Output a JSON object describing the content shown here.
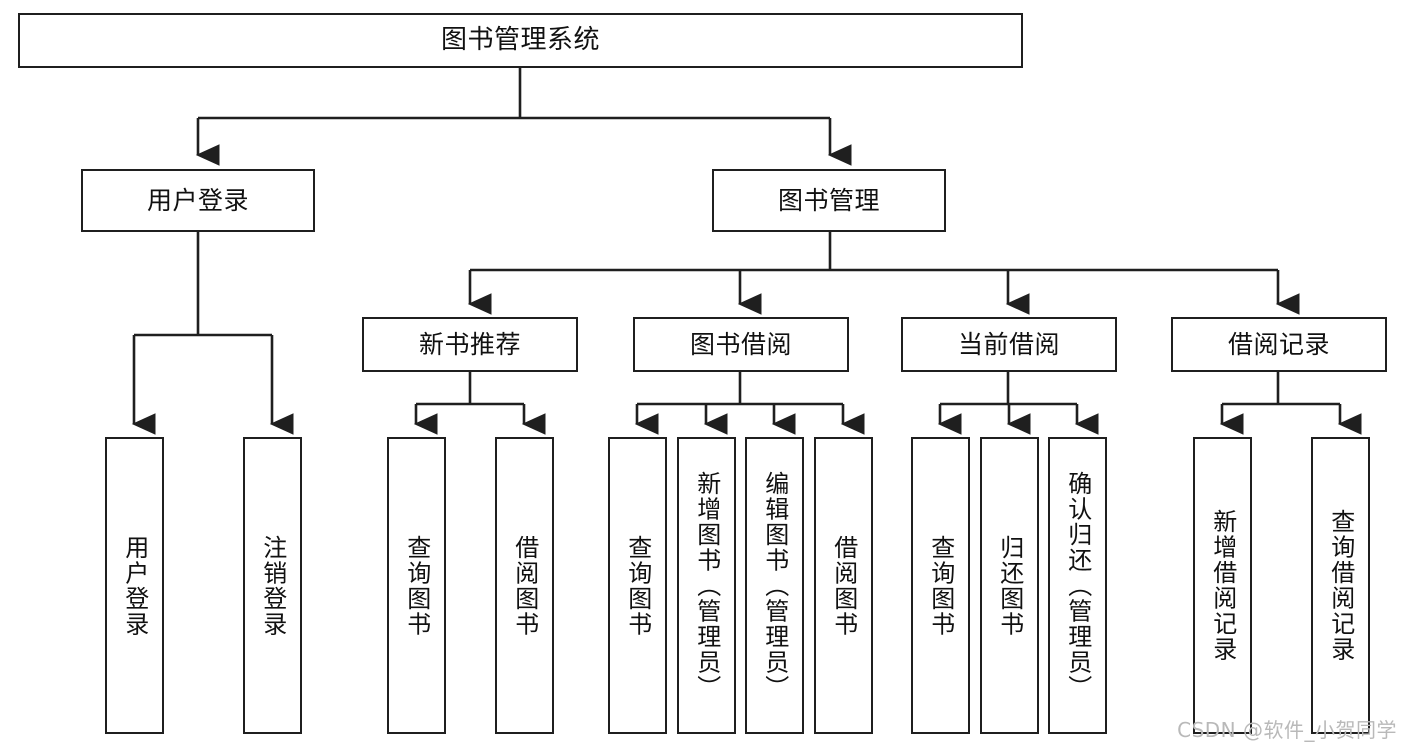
{
  "diagram": {
    "title": "图书管理系统",
    "type": "hierarchy-tree",
    "root": {
      "id": "root",
      "label": "图书管理系统"
    },
    "level2": [
      {
        "id": "user-login",
        "label": "用户登录"
      },
      {
        "id": "book-manage",
        "label": "图书管理"
      }
    ],
    "level3": [
      {
        "id": "new-book-recommend",
        "label": "新书推荐",
        "parent": "book-manage"
      },
      {
        "id": "book-borrow",
        "label": "图书借阅",
        "parent": "book-manage"
      },
      {
        "id": "current-borrow",
        "label": "当前借阅",
        "parent": "book-manage"
      },
      {
        "id": "borrow-record",
        "label": "借阅记录",
        "parent": "book-manage"
      }
    ],
    "leaves": [
      {
        "id": "leaf-user-login",
        "label": "用户登录",
        "parent": "user-login"
      },
      {
        "id": "leaf-user-logout",
        "label": "注销登录",
        "parent": "user-login"
      },
      {
        "id": "leaf-query-book-1",
        "label": "查询图书",
        "parent": "new-book-recommend"
      },
      {
        "id": "leaf-borrow-book-1",
        "label": "借阅图书",
        "parent": "new-book-recommend"
      },
      {
        "id": "leaf-query-book-2",
        "label": "查询图书",
        "parent": "book-borrow"
      },
      {
        "id": "leaf-add-book",
        "label": "新增图书（管理员）",
        "parent": "book-borrow"
      },
      {
        "id": "leaf-edit-book",
        "label": "编辑图书（管理员）",
        "parent": "book-borrow"
      },
      {
        "id": "leaf-borrow-book-2",
        "label": "借阅图书",
        "parent": "book-borrow"
      },
      {
        "id": "leaf-query-book-3",
        "label": "查询图书",
        "parent": "current-borrow"
      },
      {
        "id": "leaf-return-book",
        "label": "归还图书",
        "parent": "current-borrow"
      },
      {
        "id": "leaf-confirm-return",
        "label": "确认归还（管理员）",
        "parent": "current-borrow"
      },
      {
        "id": "leaf-add-record",
        "label": "新增借阅记录",
        "parent": "borrow-record"
      },
      {
        "id": "leaf-query-record",
        "label": "查询借阅记录",
        "parent": "borrow-record"
      }
    ]
  },
  "watermark": {
    "text": "CSDN @软件_小贺同学"
  },
  "colors": {
    "stroke": "#1f1f1f",
    "box_fill": "#ffffff",
    "text": "#111111",
    "watermark": "#b9b9b9",
    "background": "#ffffff"
  }
}
